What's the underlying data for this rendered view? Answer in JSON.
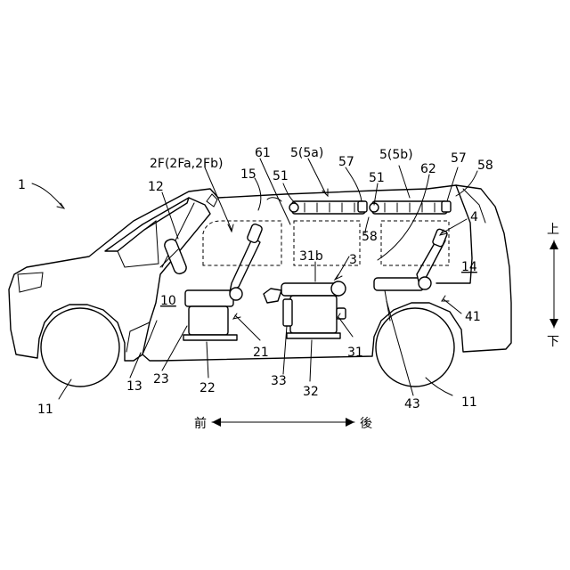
{
  "labels": {
    "vehicle": "1",
    "front_seat": "2F(2Fa,2Fb)",
    "middle_seat": "3",
    "middle_seat_back": "31b",
    "rear_seat": "4",
    "unit": "5(5a)",
    "unit_b": "5(5b)",
    "room": "10",
    "wheel_front": "11",
    "wheel_rear": "11",
    "steering": "12",
    "floor": "13",
    "luggage": "14",
    "roof": "15",
    "front_seat_slider": "21",
    "front_seat_base": "22",
    "front_seat_cushion": "23",
    "middle_seat_slider": "31",
    "middle_seat_base": "32",
    "middle_seat_cushion": "33",
    "rear_seat_slider": "41",
    "rear_seat_base": "43",
    "fan_a": "51",
    "fan_b": "51",
    "duct_a": "57",
    "duct_b": "57",
    "outlet_a": "58",
    "outlet_b": "58",
    "sensor_a": "61",
    "sensor_b": "62"
  },
  "directions": {
    "front": "前",
    "rear": "後",
    "up": "上",
    "down": "下"
  }
}
